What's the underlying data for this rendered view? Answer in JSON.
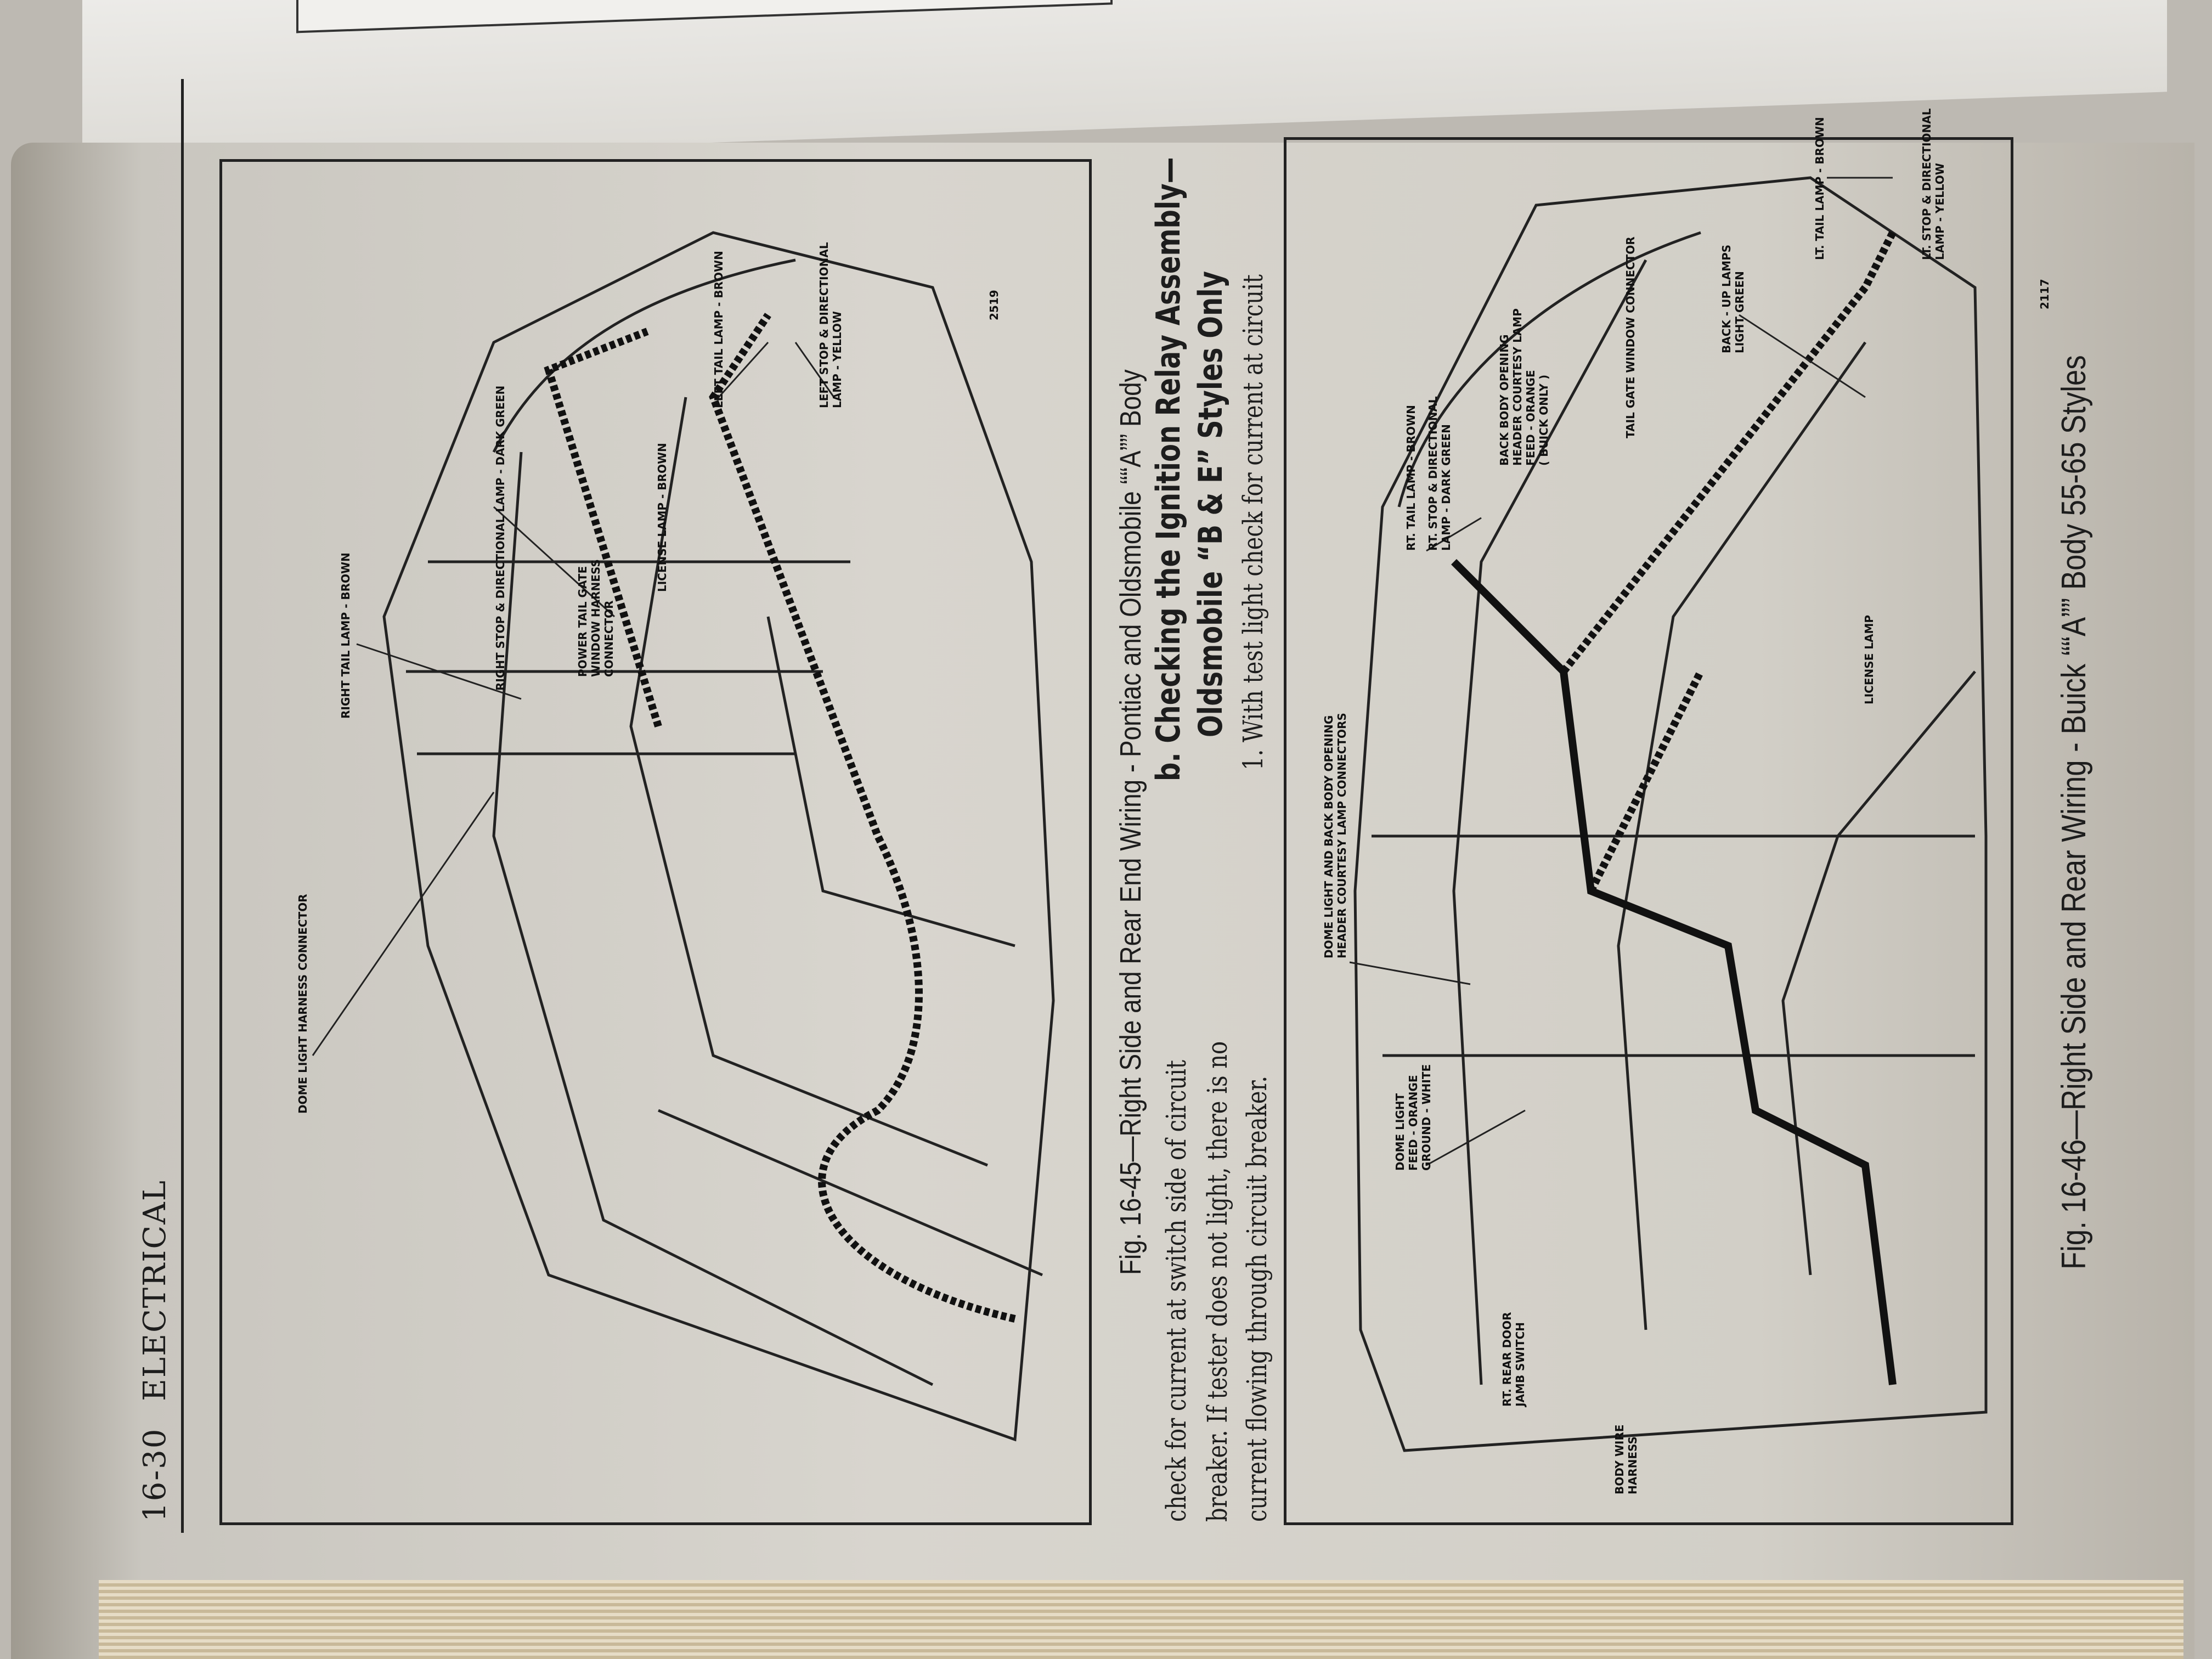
{
  "header": {
    "page_number": "16-30",
    "section": "ELECTRICAL"
  },
  "figure_1": {
    "labels": [
      "DOME LIGHT HARNESS CONNECTOR",
      "RIGHT TAIL LAMP - BROWN",
      "RIGHT STOP & DIRECTIONAL LAMP - DARK GREEN",
      "POWER TAIL GATE\nWINDOW HARNESS\nCONNECTOR",
      "LICENSE LAMP - BROWN",
      "LEFT TAIL LAMP - BROWN",
      "LEFT STOP & DIRECTIONAL\nLAMP - YELLOW"
    ],
    "ref_number": "2519",
    "caption": "Fig. 16-45—Right Side and Rear End Wiring - Pontiac and Oldsmobile ““A”” Body"
  },
  "text": {
    "left_lines": [
      "check for current at switch side of circuit",
      "breaker. If tester does not light, there is no",
      "current flowing through circuit breaker."
    ],
    "heading_line1": "b.  Checking the Ignition Relay Assembly—",
    "heading_line2": "Oldsmobile “B & E” Styles Only",
    "step_1": "1.  With test light check for current at circuit"
  },
  "figure_2": {
    "labels": [
      "DOME LIGHT AND BACK BODY OPENING\nHEADER COURTESY LAMP CONNECTORS",
      "DOME LIGHT\nFEED - ORANGE\nGROUND - WHITE",
      "RT. REAR DOOR\nJAMB SWITCH",
      "BODY WIRE\nHARNESS",
      "RT. TAIL LAMP - BROWN",
      "RT. STOP & DIRECTIONAL\nLAMP - DARK GREEN",
      "BACK BODY OPENING\nHEADER COURTESY LAMP\nFEED - ORANGE\n( BUICK ONLY )",
      "TAIL GATE WINDOW CONNECTOR",
      "BACK - UP LAMPS\nLIGHT GREEN",
      "LICENSE LAMP",
      "LT. TAIL LAMP - BROWN",
      "LT. STOP & DIRECTIONAL\nLAMP - YELLOW"
    ],
    "ref_number": "2117",
    "caption": "Fig. 16-46—Right Side and Rear Wiring - Buick ““A”” Body 55-65 Styles"
  }
}
